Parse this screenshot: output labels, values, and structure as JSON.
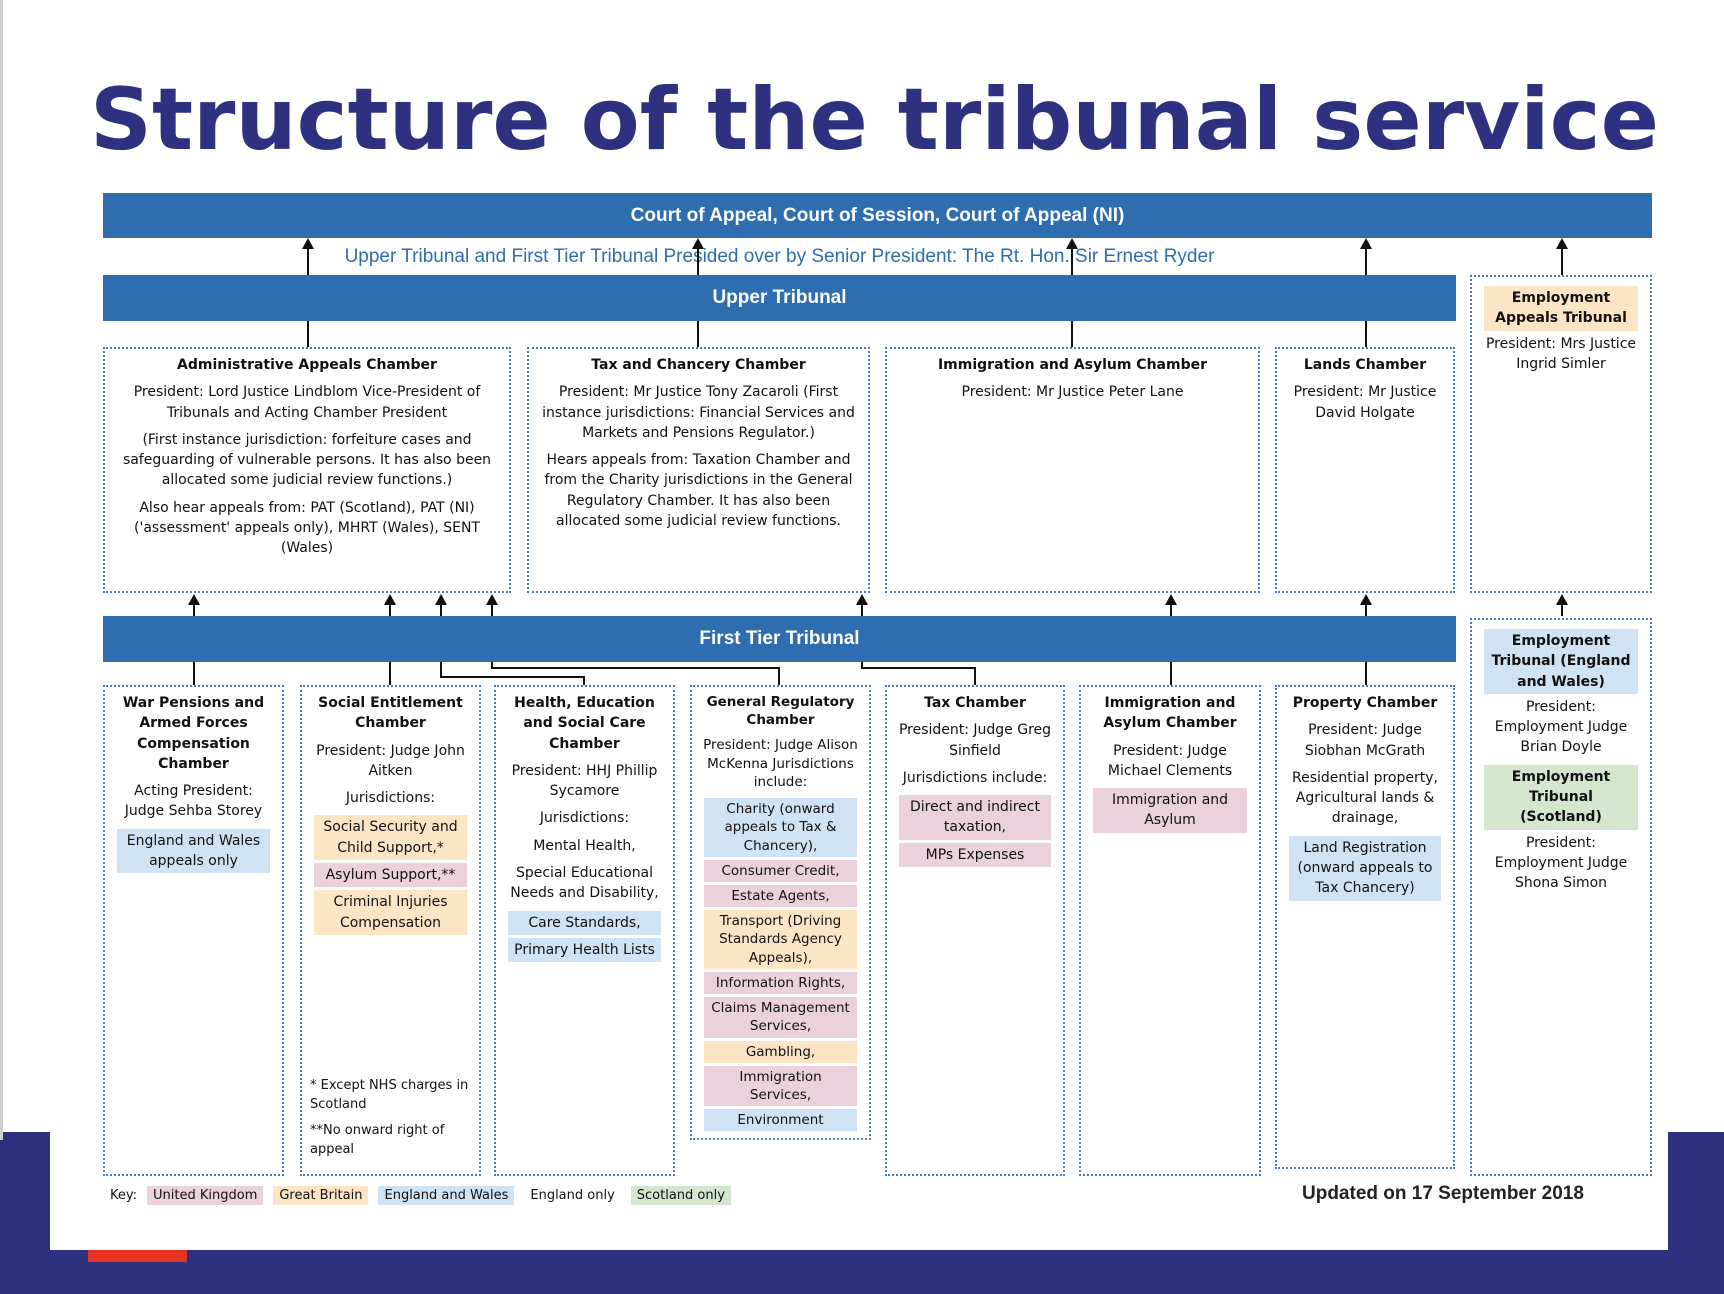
{
  "title": "Structure of the tribunal service",
  "court_bar": "Court of Appeal, Court of Session, Court of Appeal (NI)",
  "presided": "Upper Tribunal and First Tier Tribunal Presided over by Senior President: The Rt. Hon. Sir Ernest Ryder",
  "upper_bar": "Upper Tribunal",
  "first_bar": "First Tier Tribunal",
  "upper": {
    "aac": {
      "title": "Administrative Appeals Chamber",
      "p1": "President: Lord Justice Lindblom Vice-President of Tribunals and Acting Chamber President",
      "p2": "(First instance jurisdiction: forfeiture cases and safeguarding of vulnerable persons. It has also been allocated some judicial review functions.)",
      "p3": "Also hear appeals from: PAT (Scotland), PAT (NI) ('assessment' appeals only), MHRT (Wales), SENT (Wales)"
    },
    "tcc": {
      "title": "Tax and Chancery Chamber",
      "p1": "President: Mr Justice Tony Zacaroli (First instance jurisdictions: Financial Services and Markets and Pensions Regulator.)",
      "p2": "Hears appeals from: Taxation Chamber and from the Charity jurisdictions in the General Regulatory Chamber. It has also been allocated some judicial review functions."
    },
    "iac": {
      "title": "Immigration and Asylum Chamber",
      "p1": "President: Mr Justice Peter Lane"
    },
    "lands": {
      "title": "Lands Chamber",
      "p1": "President: Mr Justice David Holgate"
    },
    "eat": {
      "title": "Employment Appeals Tribunal",
      "p1": "President: Mrs Justice Ingrid Simler"
    }
  },
  "first": {
    "war": {
      "title": "War Pensions and Armed Forces Compensation Chamber",
      "p1": "Acting President: Judge Sehba Storey",
      "tag1": "England and Wales appeals only"
    },
    "sec": {
      "title": "Social Entitlement Chamber",
      "p1": "President: Judge John Aitken",
      "p2": "Jurisdictions:",
      "tag1": "Social Security and Child Support,*",
      "tag2": "Asylum Support,**",
      "tag3": "Criminal Injuries Compensation",
      "note1": "* Except NHS charges in Scotland",
      "note2": "**No onward right of appeal"
    },
    "hesc": {
      "title": "Health, Education and Social Care Chamber",
      "p1": "President: HHJ Phillip Sycamore",
      "p2": "Jurisdictions:",
      "p3": "Mental Health,",
      "p4": "Special Educational Needs and Disability,",
      "tag1": "Care Standards,",
      "tag2": "Primary Health Lists"
    },
    "grc": {
      "title": "General Regulatory Chamber",
      "p1": "President: Judge Alison McKenna Jurisdictions include:",
      "tag1": "Charity (onward appeals to Tax & Chancery),",
      "tag2": "Consumer Credit,",
      "tag3": "Estate Agents,",
      "tag4": "Transport (Driving Standards Agency Appeals),",
      "tag5": "Information Rights,",
      "tag6": "Claims Management Services,",
      "tag7": "Gambling,",
      "tag8": "Immigration Services,",
      "tag9": "Environment"
    },
    "tax": {
      "title": "Tax Chamber",
      "p1": "President: Judge Greg Sinfield",
      "p2": "Jurisdictions include:",
      "tag1": "Direct and indirect taxation,",
      "tag2": "MPs Expenses"
    },
    "iac": {
      "title": "Immigration and Asylum Chamber",
      "p1": "President: Judge Michael Clements",
      "tag1": "Immigration and Asylum"
    },
    "prop": {
      "title": "Property Chamber",
      "p1": "President: Judge Siobhan McGrath",
      "p2": "Residential property, Agricultural lands & drainage,",
      "tag1": "Land Registration (onward appeals to Tax Chancery)"
    },
    "emp": {
      "title1": "Employment Tribunal (England and Wales)",
      "p1": "President: Employment Judge Brian Doyle",
      "title2": "Employment Tribunal (Scotland)",
      "p2": "President: Employment Judge Shona Simon"
    }
  },
  "key": {
    "label": "Key:",
    "uk": "United Kingdom",
    "gb": "Great Britain",
    "ew": "England and Wales",
    "eng": "England only",
    "sc": "Scotland only"
  },
  "updated": "Updated on 17 September 2018",
  "colors": {
    "title": "#2e3180",
    "bar": "#2e6db0",
    "united_kingdom": "#ead1dc",
    "great_britain": "#fbe5c5",
    "england_and_wales": "#d0e3f4",
    "scotland_only": "#d5e6cf",
    "frame": "#2e3180",
    "accent_red": "#e63323"
  }
}
